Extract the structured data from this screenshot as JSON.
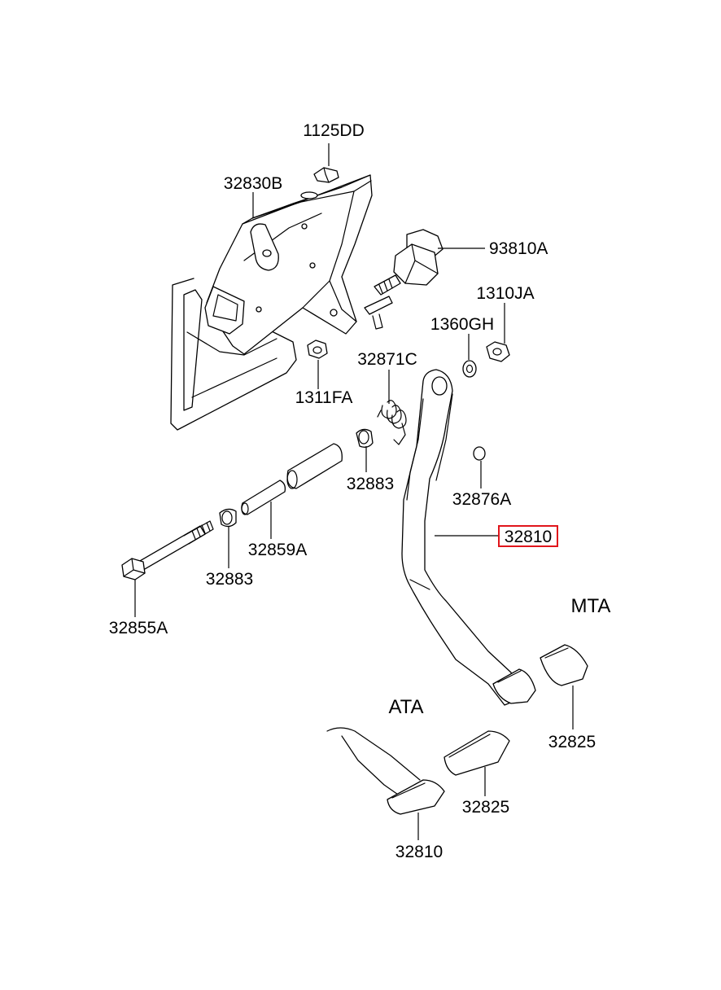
{
  "sections": {
    "mta": "MTA",
    "ata": "ATA"
  },
  "labels": {
    "p1125DD": "1125DD",
    "p32830B": "32830B",
    "p93810A": "93810A",
    "p1310JA": "1310JA",
    "p1360GH": "1360GH",
    "p32871C": "32871C",
    "p1311FA": "1311FA",
    "p32883_top": "32883",
    "p32876A": "32876A",
    "p32810_main": "32810",
    "p32859A": "32859A",
    "p32883_bottom": "32883",
    "p32855A": "32855A",
    "p32825_mta": "32825",
    "p32825_ata": "32825",
    "p32810_ata": "32810"
  },
  "highlight": {
    "part": "32810",
    "color": "#e0151b"
  }
}
